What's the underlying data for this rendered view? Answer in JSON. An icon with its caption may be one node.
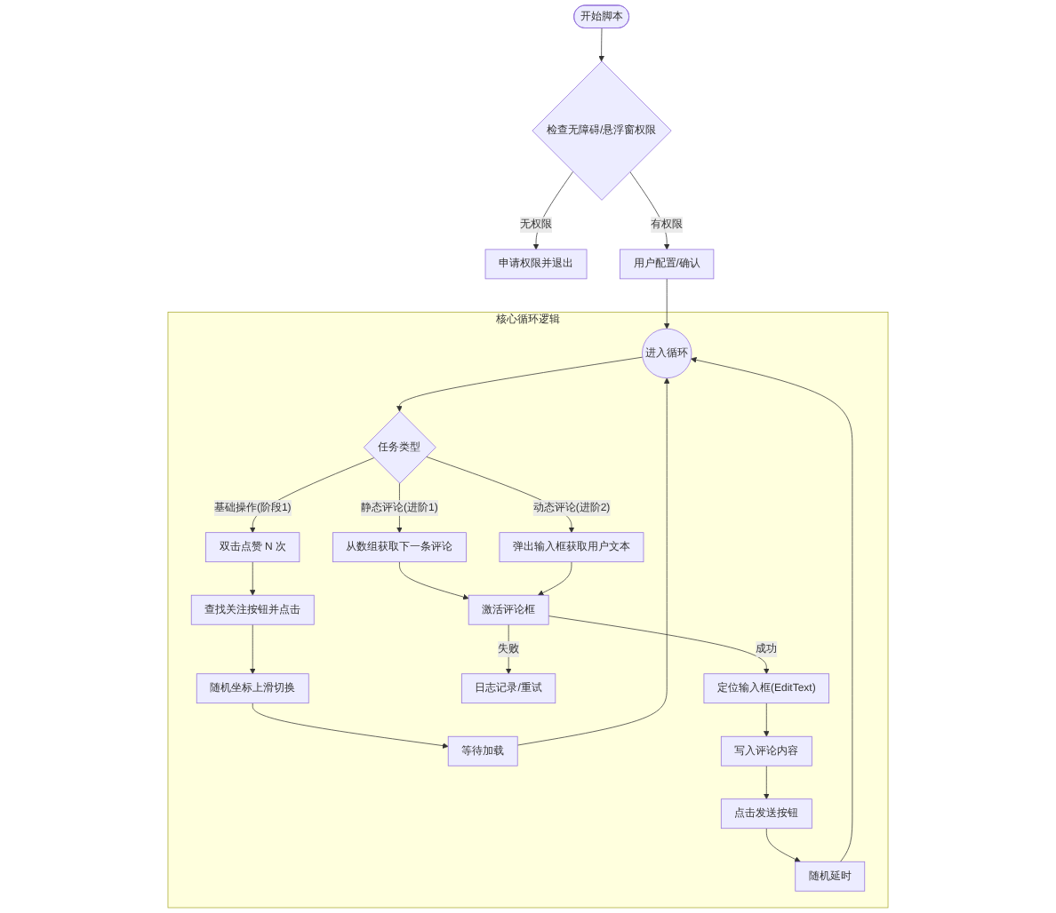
{
  "diagram": {
    "nodes": [
      {
        "text": [
          "开始脚本"
        ]
      },
      {
        "text": [
          "检查无障碍/悬浮窗权限"
        ]
      },
      {
        "text": [
          "申请权限并退出"
        ]
      },
      {
        "text": [
          "用户配置/确认"
        ]
      },
      {
        "text": [
          "核心循环逻辑"
        ]
      },
      {
        "text": [
          "进入循环"
        ],
        "in": 4
      },
      {
        "text": [
          "任务类型"
        ],
        "in": 4
      },
      {
        "text": [
          "双击点赞 N 次"
        ],
        "in": 4
      },
      {
        "text": [
          "从数组获取下一条评论"
        ],
        "in": 4
      },
      {
        "text": [
          "弹出输入框获取用户文本"
        ],
        "in": 4
      },
      {
        "text": [
          "查找关注按钮并点击"
        ],
        "in": 4
      },
      {
        "text": [
          "激活评论框"
        ],
        "in": 4
      },
      {
        "text": [
          "随机坐标上滑切换"
        ],
        "in": 4
      },
      {
        "text": [
          "日志记录/重试"
        ],
        "in": 4
      },
      {
        "text": [
          "定位输入框(EditText)"
        ],
        "in": 4
      },
      {
        "text": [
          "等待加载"
        ],
        "in": 4
      },
      {
        "text": [
          "写入评论内容"
        ],
        "in": 4
      },
      {
        "text": [
          "点击发送按钮"
        ],
        "in": 4
      },
      {
        "text": [
          "随机延时"
        ],
        "in": 4
      }
    ],
    "edges": [
      {
        "from": 0,
        "to": 1,
        "arrow": "to"
      },
      {
        "from": 1,
        "to": 2,
        "arrow": "to",
        "label": "无权限"
      },
      {
        "from": 1,
        "to": 3,
        "arrow": "to",
        "label": "有权限"
      },
      {
        "from": 3,
        "to": 5,
        "arrow": "to"
      },
      {
        "from": 5,
        "to": 6,
        "arrow": "to"
      },
      {
        "from": 6,
        "to": 7,
        "arrow": "to",
        "label": "基础操作(阶段1)"
      },
      {
        "from": 6,
        "to": 8,
        "arrow": "to",
        "label": "静态评论(进阶1)"
      },
      {
        "from": 6,
        "to": 9,
        "arrow": "to",
        "label": "动态评论(进阶2)"
      },
      {
        "from": 7,
        "to": 10,
        "arrow": "to"
      },
      {
        "from": 10,
        "to": 12,
        "arrow": "to"
      },
      {
        "from": 12,
        "to": 15,
        "arrow": "to"
      },
      {
        "from": 8,
        "to": 11,
        "arrow": "to"
      },
      {
        "from": 9,
        "to": 11,
        "arrow": "to"
      },
      {
        "from": 11,
        "to": 13,
        "arrow": "to",
        "label": "失败"
      },
      {
        "from": 11,
        "to": 14,
        "arrow": "to",
        "label": "成功"
      },
      {
        "from": 14,
        "to": 16,
        "arrow": "to"
      },
      {
        "from": 16,
        "to": 17,
        "arrow": "to"
      },
      {
        "from": 17,
        "to": 18,
        "arrow": "to"
      },
      {
        "from": 15,
        "to": 5,
        "arrow": "to"
      },
      {
        "from": 18,
        "to": 5,
        "arrow": "to"
      }
    ]
  }
}
